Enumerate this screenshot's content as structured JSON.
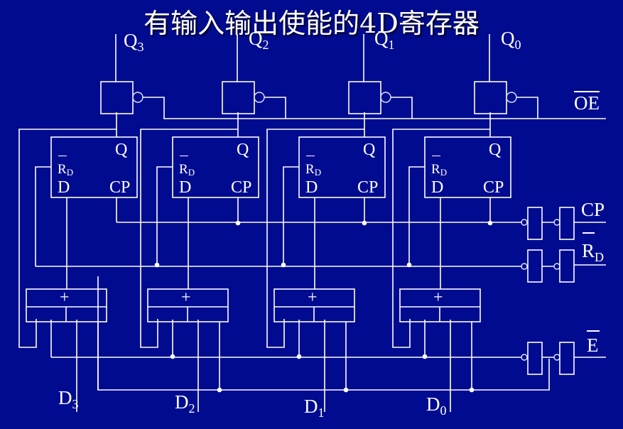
{
  "title": "有输入输出使能的4D寄存器",
  "colors": {
    "background_top": "#02046e",
    "background_bottom": "#000b8f",
    "wire": "#ffffff",
    "text": "#ffffff"
  },
  "outputs": [
    {
      "name": "Q",
      "sub": "3"
    },
    {
      "name": "Q",
      "sub": "2"
    },
    {
      "name": "Q",
      "sub": "1"
    },
    {
      "name": "Q",
      "sub": "0"
    }
  ],
  "inputs": [
    {
      "name": "D",
      "sub": "3"
    },
    {
      "name": "D",
      "sub": "2"
    },
    {
      "name": "D",
      "sub": "1"
    },
    {
      "name": "D",
      "sub": "0"
    }
  ],
  "flipflop": {
    "q_label": "Q",
    "rd_label": "R",
    "rd_sub": "D",
    "d_label": "D",
    "cp_label": "CP"
  },
  "mux_symbol": "+",
  "control_signals": {
    "oe": "OE",
    "cp": "CP",
    "rd": "R",
    "rd_sub": "D",
    "e": "E"
  }
}
